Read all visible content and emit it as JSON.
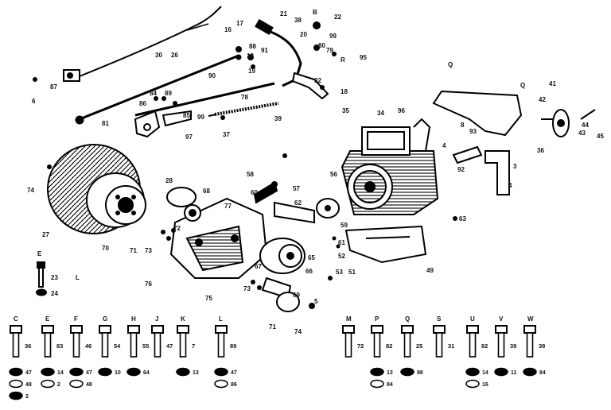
{
  "callouts": [
    {
      "id": "c6",
      "text": "6"
    },
    {
      "id": "c87",
      "text": "87"
    },
    {
      "id": "c30",
      "text": "30"
    },
    {
      "id": "c26",
      "text": "26"
    },
    {
      "id": "c21",
      "text": "21"
    },
    {
      "id": "c16",
      "text": "16"
    },
    {
      "id": "c17",
      "text": "17"
    },
    {
      "id": "c18",
      "text": "18"
    },
    {
      "id": "c38",
      "text": "38"
    },
    {
      "id": "c20",
      "text": "20"
    },
    {
      "id": "cB",
      "text": "B"
    },
    {
      "id": "c22",
      "text": "22"
    },
    {
      "id": "c99",
      "text": "99"
    },
    {
      "id": "c88",
      "text": "88"
    },
    {
      "id": "c90",
      "text": "90"
    },
    {
      "id": "c91",
      "text": "91"
    },
    {
      "id": "c19",
      "text": "19"
    },
    {
      "id": "c79",
      "text": "79"
    },
    {
      "id": "cR",
      "text": "R"
    },
    {
      "id": "c95",
      "text": "95"
    },
    {
      "id": "c32",
      "text": "32"
    },
    {
      "id": "c18b",
      "text": "18"
    },
    {
      "id": "c35",
      "text": "35"
    },
    {
      "id": "c80",
      "text": "80"
    },
    {
      "id": "c78",
      "text": "78"
    },
    {
      "id": "c39",
      "text": "39"
    },
    {
      "id": "c84",
      "text": "84"
    },
    {
      "id": "c86",
      "text": "86"
    },
    {
      "id": "c89",
      "text": "89"
    },
    {
      "id": "c85",
      "text": "85"
    },
    {
      "id": "c81",
      "text": "81"
    },
    {
      "id": "c99b",
      "text": "99"
    },
    {
      "id": "c37",
      "text": "37"
    },
    {
      "id": "c97",
      "text": "97"
    },
    {
      "id": "c34",
      "text": "34"
    },
    {
      "id": "c96",
      "text": "96"
    },
    {
      "id": "cQ",
      "text": "Q"
    },
    {
      "id": "cQ2",
      "text": "Q"
    },
    {
      "id": "c41",
      "text": "41"
    },
    {
      "id": "c42",
      "text": "42"
    },
    {
      "id": "c8",
      "text": "8"
    },
    {
      "id": "c93",
      "text": "93"
    },
    {
      "id": "c44",
      "text": "44"
    },
    {
      "id": "c45",
      "text": "45"
    },
    {
      "id": "c43",
      "text": "43"
    },
    {
      "id": "c36",
      "text": "36"
    },
    {
      "id": "c92",
      "text": "92"
    },
    {
      "id": "c4",
      "text": "4"
    },
    {
      "id": "c3",
      "text": "3"
    },
    {
      "id": "c4b",
      "text": "4"
    },
    {
      "id": "c74",
      "text": "74"
    },
    {
      "id": "c27",
      "text": "27"
    },
    {
      "id": "c70",
      "text": "70"
    },
    {
      "id": "c71",
      "text": "71"
    },
    {
      "id": "c28",
      "text": "28"
    },
    {
      "id": "c68",
      "text": "68"
    },
    {
      "id": "c77",
      "text": "77"
    },
    {
      "id": "c58",
      "text": "58"
    },
    {
      "id": "c60",
      "text": "60"
    },
    {
      "id": "c56",
      "text": "56"
    },
    {
      "id": "c57",
      "text": "57"
    },
    {
      "id": "c62",
      "text": "62"
    },
    {
      "id": "c59",
      "text": "59"
    },
    {
      "id": "c63",
      "text": "63"
    },
    {
      "id": "c73",
      "text": "73"
    },
    {
      "id": "c72",
      "text": "72"
    },
    {
      "id": "c76",
      "text": "76"
    },
    {
      "id": "c75",
      "text": "75"
    },
    {
      "id": "c65",
      "text": "65"
    },
    {
      "id": "c66",
      "text": "66"
    },
    {
      "id": "c67",
      "text": "67"
    },
    {
      "id": "c61",
      "text": "61"
    },
    {
      "id": "c52",
      "text": "52"
    },
    {
      "id": "c53",
      "text": "53"
    },
    {
      "id": "c51",
      "text": "51"
    },
    {
      "id": "c49",
      "text": "49"
    },
    {
      "id": "c73b",
      "text": "73"
    },
    {
      "id": "c5",
      "text": "5"
    },
    {
      "id": "c71b",
      "text": "71"
    },
    {
      "id": "c69",
      "text": "69"
    },
    {
      "id": "c74b",
      "text": "74"
    },
    {
      "id": "c23",
      "text": "23"
    },
    {
      "id": "c24",
      "text": "24"
    },
    {
      "id": "cE",
      "text": "E"
    },
    {
      "id": "cL",
      "text": "L"
    }
  ],
  "hardware": [
    {
      "letter": "C",
      "labels": [
        "36"
      ],
      "washers": [
        "47",
        "48",
        "2"
      ]
    },
    {
      "letter": "E",
      "labels": [
        "83"
      ],
      "washers": [
        "14",
        "2"
      ]
    },
    {
      "letter": "F",
      "labels": [
        "46"
      ],
      "washers": [
        "47",
        "48"
      ]
    },
    {
      "letter": "G",
      "labels": [
        "54"
      ],
      "washers": [
        "10"
      ]
    },
    {
      "letter": "H",
      "labels": [
        "55"
      ],
      "washers": [
        "64"
      ]
    },
    {
      "letter": "J",
      "labels": [
        "47"
      ],
      "washers": []
    },
    {
      "letter": "K",
      "labels": [
        "7"
      ],
      "washers": [
        "13"
      ]
    },
    {
      "letter": "L",
      "labels": [
        "89"
      ],
      "washers": [
        "47",
        "86"
      ]
    },
    {
      "letter": "M",
      "labels": [
        "72"
      ],
      "washers": []
    },
    {
      "letter": "P",
      "labels": [
        "82"
      ],
      "washers": [
        "13",
        "84"
      ]
    },
    {
      "letter": "Q",
      "labels": [
        "25"
      ],
      "washers": [
        "98"
      ]
    },
    {
      "letter": "S",
      "labels": [
        "31"
      ],
      "washers": []
    },
    {
      "letter": "U",
      "labels": [
        "82"
      ],
      "washers": [
        "14",
        "16"
      ]
    },
    {
      "letter": "V",
      "labels": [
        "39"
      ],
      "washers": [
        "11"
      ]
    },
    {
      "letter": "W",
      "labels": [
        "38"
      ],
      "washers": [
        "84"
      ]
    }
  ]
}
